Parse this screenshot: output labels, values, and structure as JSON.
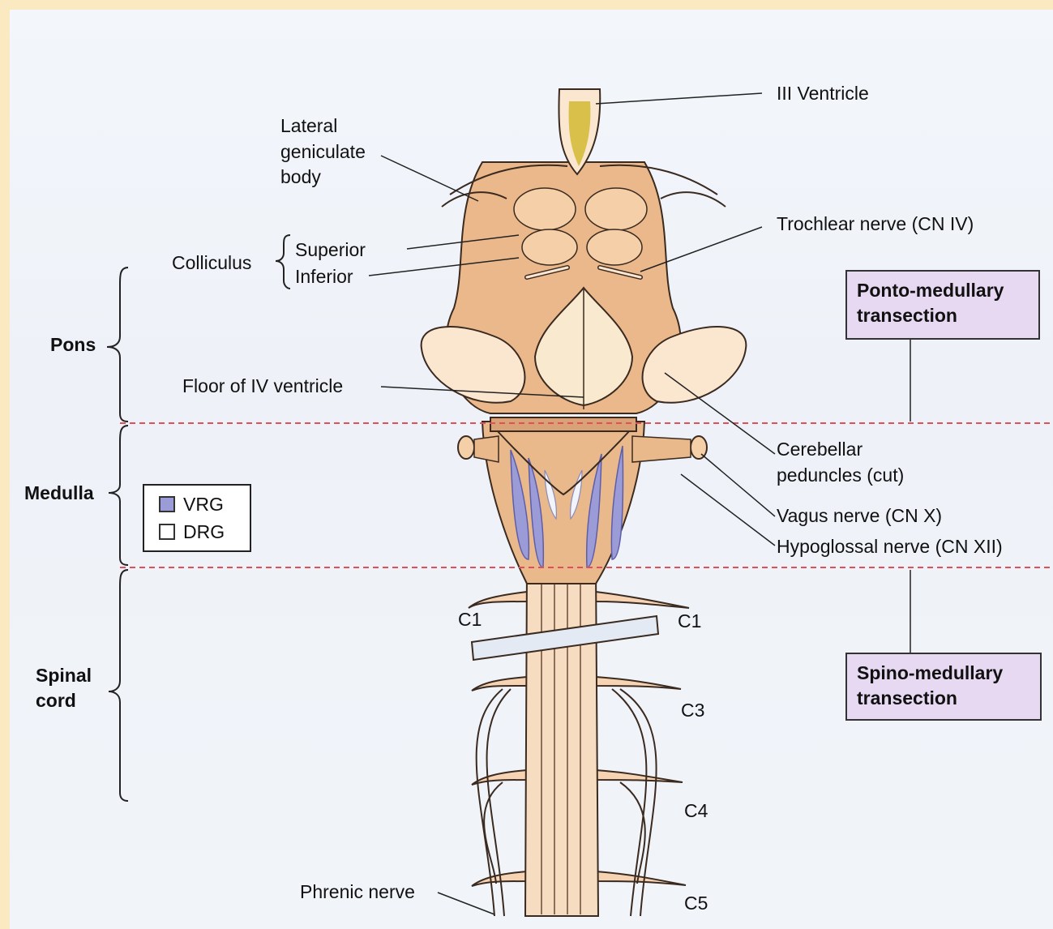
{
  "labels": {
    "iii_ventricle": "III Ventricle",
    "lateral_geniculate_body": "Lateral\ngeniculate\nbody",
    "trochlear_nerve": "Trochlear nerve (CN IV)",
    "colliculus": "Colliculus",
    "superior": "Superior",
    "inferior": "Inferior",
    "pons": "Pons",
    "floor_iv_ventricle": "Floor of IV ventricle",
    "cerebellar_peduncles": "Cerebellar\npeduncles (cut)",
    "medulla": "Medulla",
    "vagus_nerve": "Vagus nerve (CN X)",
    "hypoglossal_nerve": "Hypoglossal nerve (CN XII)",
    "spinal_cord": "Spinal\ncord",
    "c1_left": "C1",
    "c1_right": "C1",
    "c3": "C3",
    "c4": "C4",
    "c5": "C5",
    "phrenic_nerve": "Phrenic nerve"
  },
  "boxes": {
    "ponto": "Ponto-medullary\ntransection",
    "spino": "Spino-medullary\ntransection"
  },
  "legend": {
    "vrg": "VRG",
    "drg": "DRG",
    "vrg_color": "#9b9bd8",
    "drg_color": "#ffffff"
  },
  "colors": {
    "tissue": "#f0c79a",
    "tissue_dark": "#c98f5e",
    "tissue_light": "#fbe6cf",
    "ventricle_fluid": "#d8c04a",
    "transection_line": "#e0505a",
    "box_fill": "#e7d9f1"
  }
}
